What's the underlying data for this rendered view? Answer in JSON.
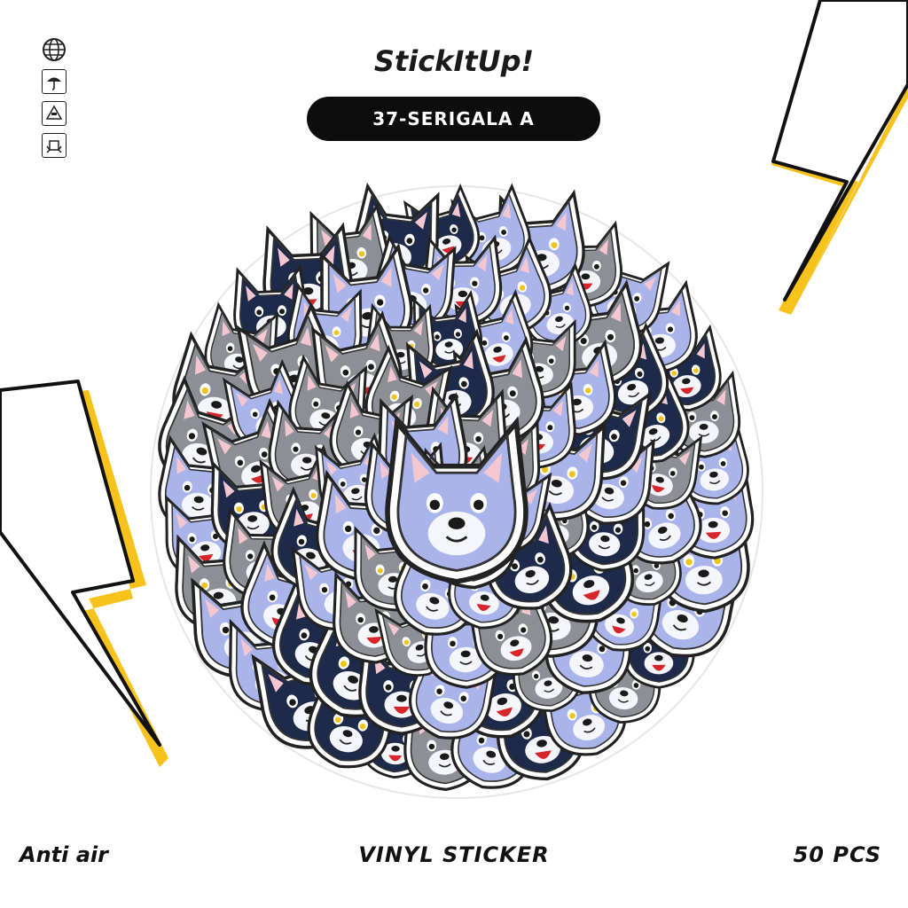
{
  "brand": {
    "name": "StickItUp!"
  },
  "product": {
    "code": "37-SERIGALA A"
  },
  "footer": {
    "left": "Anti air",
    "center": "VINYL STICKER",
    "right": "50 PCS"
  },
  "icons": [
    "globe-icon",
    "umbrella-icon",
    "recycle-pete-icon",
    "fragile-box-icon"
  ],
  "colors": {
    "bolt_yellow": "#F7C21B",
    "bolt_outline": "#111111",
    "pill_bg": "#0D0D0D",
    "wolf_blue": "#A9B4EA",
    "wolf_gray": "#8C8F96",
    "wolf_navy": "#1E2A4A",
    "accent_red": "#D7262B"
  }
}
